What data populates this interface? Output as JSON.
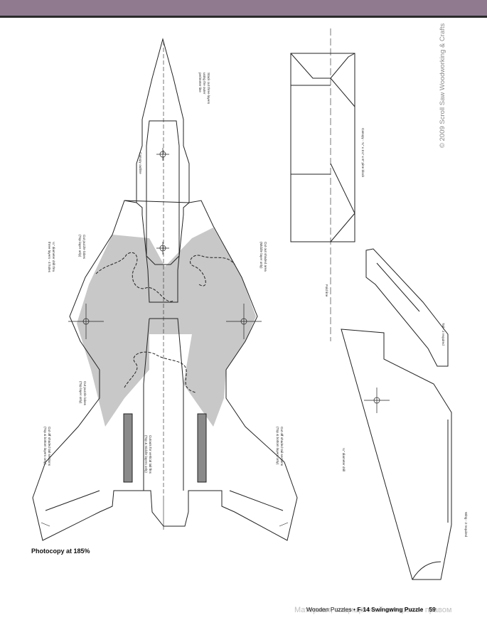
{
  "header": {
    "bar_color": "#8f7a90"
  },
  "plan_labels": {
    "stack_cut": [
      "Stack cut three layers",
      "using the outer",
      "perimeter line"
    ],
    "canopy_outline": "Canopy outline",
    "drill_holes": [
      "¼\" diameter drill thru",
      "three layers - 4 holes"
    ],
    "cut_puzzle_lobes_top": [
      "Cut puzzle lobes",
      "(Top layer only)"
    ],
    "cut_shaded_middle": [
      "Cut out shaded area",
      "(Middle layer only)"
    ],
    "cut_puzzle_lobes_bottom": [
      "Cut puzzle lobes",
      "(Top layer only)"
    ],
    "cut_tail_left": [
      "Cut off shaded tail sections",
      "(Top & bottom layers only)"
    ],
    "cutouts_vertical": [
      "Cutouts for vertical tail fins",
      "(Top & middle layers only)"
    ],
    "cut_tail_right": [
      "Cut off shaded tail sections",
      "(Top & bottom layers only)"
    ],
    "canopy_block": "Canopy - ¾\" x 1¼\" x 6\" pine block",
    "fold_line": "Fold line",
    "tail_required": "Tail - 2 required",
    "drill_wing": "¼\" diameter drill",
    "wing_required": "Wing - 2 required"
  },
  "copyright": "© 2009  Scroll Saw Woodworking & Crafts",
  "photocopy": "Photocopy at 185%",
  "footer": {
    "book": "Wooden Puzzles",
    "separator": " • ",
    "title": "F-14 Swingwing Puzzle",
    "page": "59"
  },
  "watermark": "Материал, защищённый авторским правом"
}
